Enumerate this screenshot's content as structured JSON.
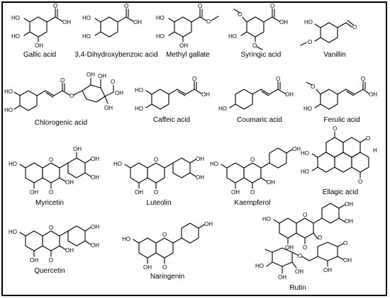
{
  "figure": {
    "compounds": [
      {
        "name": "Gallic acid"
      },
      {
        "name": "3,4-Dihydroxybenzoic acid"
      },
      {
        "name": "Methyl gallate"
      },
      {
        "name": "Syringic acid"
      },
      {
        "name": "Vanillin"
      },
      {
        "name": "Chlorogenic acid"
      },
      {
        "name": "Caffeic acid"
      },
      {
        "name": "Coumaric acid"
      },
      {
        "name": "Ferulic acid"
      },
      {
        "name": "Myricetin"
      },
      {
        "name": "Luteolin"
      },
      {
        "name": "Kaempferol"
      },
      {
        "name": "Ellagic acid"
      },
      {
        "name": "Quercetin"
      },
      {
        "name": "Naringenin"
      },
      {
        "name": "Rutin"
      }
    ],
    "atoms": {
      "hydroxyl": "OH",
      "hydroxyl_left": "HO",
      "oxygen": "O",
      "hydrogen": "H"
    }
  }
}
